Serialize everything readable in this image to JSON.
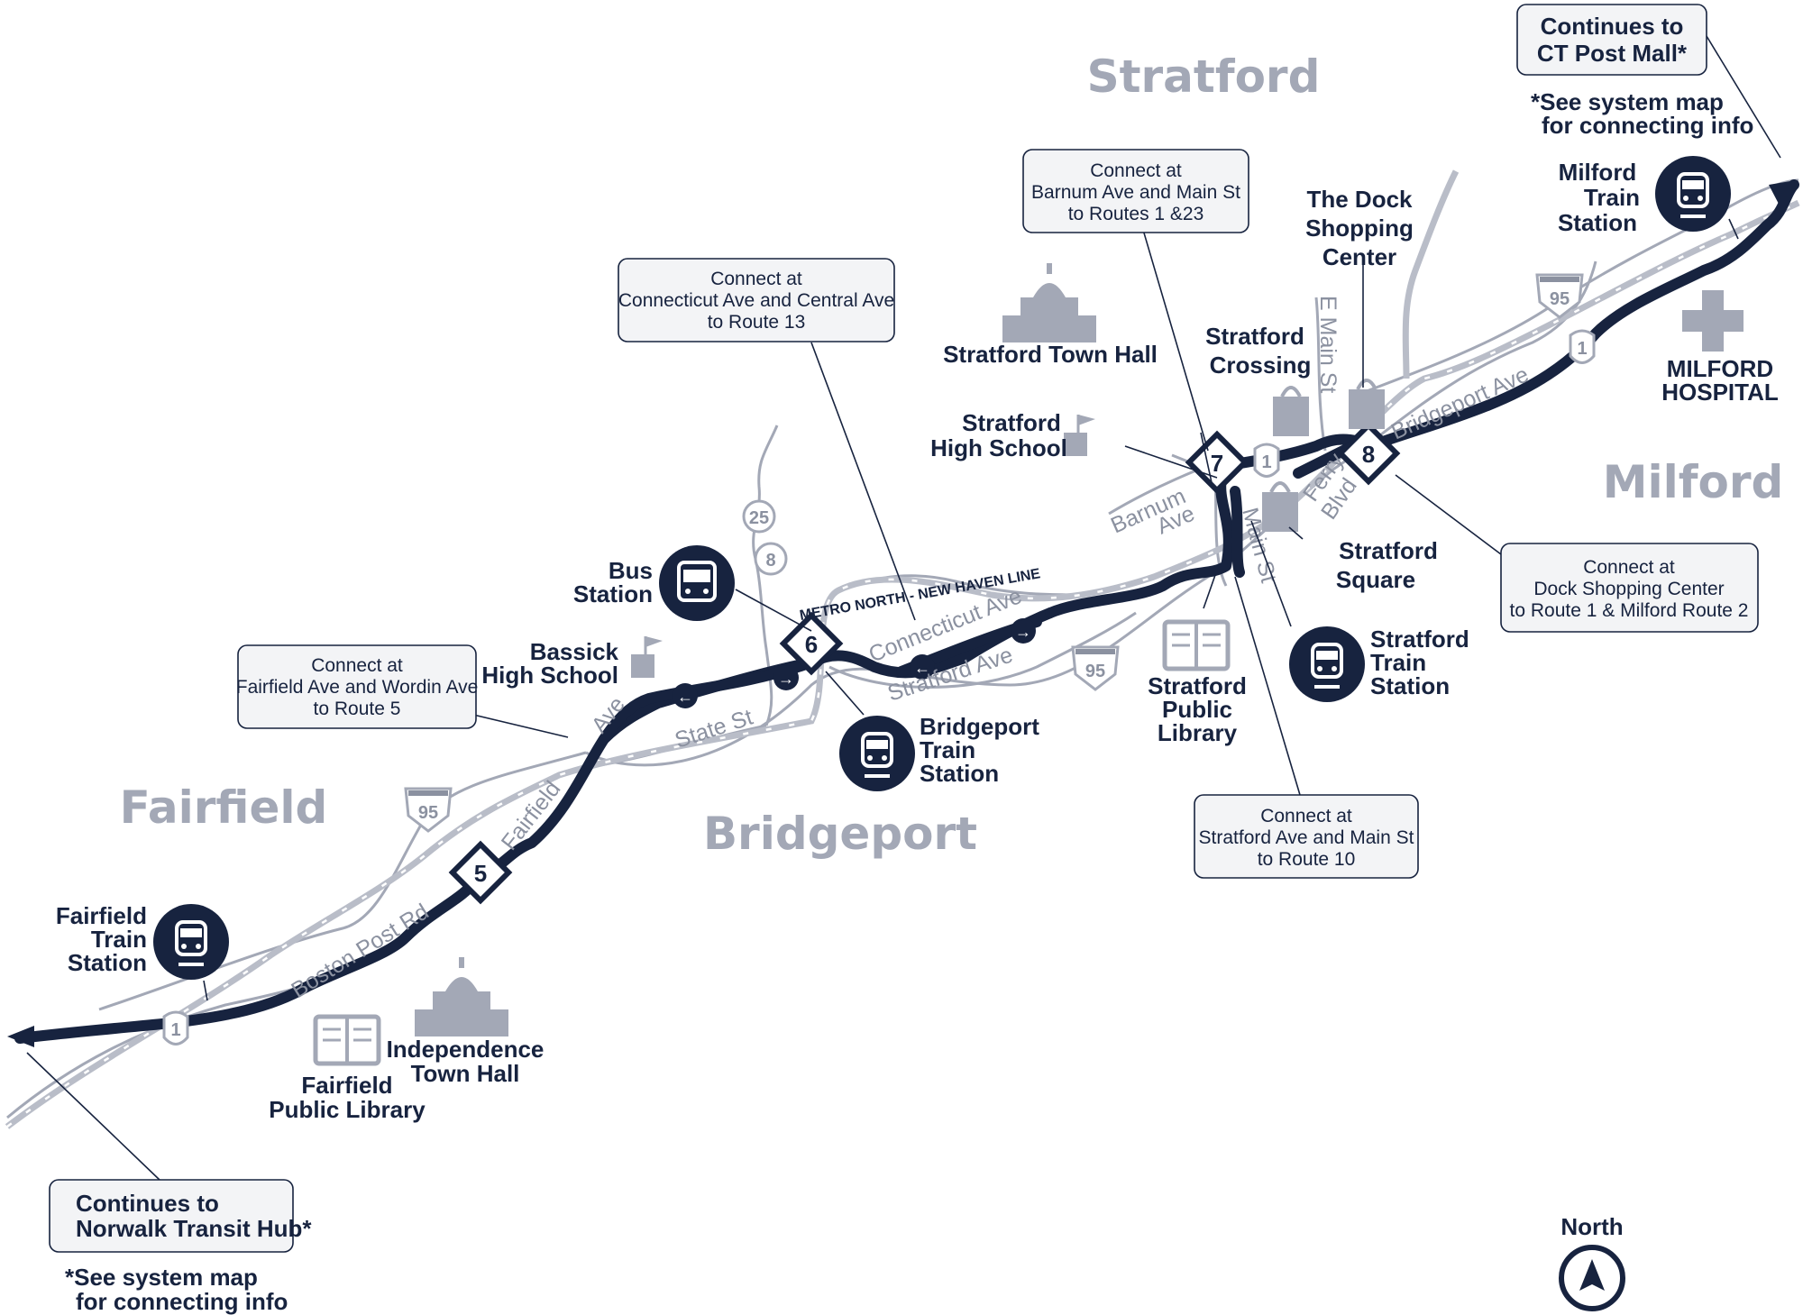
{
  "towns": {
    "stratford": "Stratford",
    "milford": "Milford",
    "fairfield": "Fairfield",
    "bridgeport": "Bridgeport"
  },
  "callouts": {
    "ct_post": [
      "Continues to",
      "CT Post Mall*"
    ],
    "system_map_top": [
      "*See system map",
      "for connecting info"
    ],
    "barnum": [
      "Connect at",
      "Barnum Ave and Main St",
      "to Routes 1 &23"
    ],
    "connecticut": [
      "Connect at",
      "Connecticut Ave and Central Ave",
      "to Route 13"
    ],
    "fairfield_ave": [
      "Connect at",
      "Fairfield Ave and Wordin Ave",
      "to Route 5"
    ],
    "dock": [
      "Connect at",
      "Dock Shopping Center",
      "to Route 1 & Milford Route 2"
    ],
    "stratford_ave": [
      "Connect at",
      "Stratford Ave and Main St",
      "to Route 10"
    ],
    "norwalk": [
      "Continues to",
      "Norwalk Transit Hub*"
    ],
    "system_map_bottom": [
      "*See system map",
      "for connecting info"
    ]
  },
  "places": {
    "milford_train": [
      "Milford",
      "Train",
      "Station"
    ],
    "dock_center": [
      "The Dock",
      "Shopping",
      "Center"
    ],
    "stratford_crossing": [
      "Stratford",
      "Crossing"
    ],
    "stratford_town_hall": "Stratford Town Hall",
    "stratford_hs": [
      "Stratford",
      "High School"
    ],
    "milford_hospital": [
      "MILFORD",
      "HOSPITAL"
    ],
    "stratford_square": [
      "Stratford",
      "Square"
    ],
    "stratford_train": [
      "Stratford",
      "Train",
      "Station"
    ],
    "stratford_library": [
      "Stratford",
      "Public",
      "Library"
    ],
    "bus_station": [
      "Bus",
      "Station"
    ],
    "bassick": [
      "Bassick",
      "High School"
    ],
    "bridgeport_train": [
      "Bridgeport",
      "Train",
      "Station"
    ],
    "fairfield_train": [
      "Fairfield",
      "Train",
      "Station"
    ],
    "fairfield_library": [
      "Fairfield",
      "Public Library"
    ],
    "independence": [
      "Independence",
      "Town Hall"
    ]
  },
  "streets": {
    "bridgeport_ave": "Bridgeport Ave",
    "e_main_st": "E Main St",
    "ferry_blvd": [
      "Ferry",
      "Blvd"
    ],
    "barnum_ave": [
      "Barnum",
      "Ave"
    ],
    "main_st": "Main St",
    "connecticut_ave": "Connecticut Ave",
    "stratford_ave": "Stratford Ave",
    "metro_north": "METRO NORTH - NEW HAVEN LINE",
    "state_st": "State St",
    "fairfield_ave": [
      "Fairfield",
      "Ave"
    ],
    "boston_post_rd": "Boston Post Rd"
  },
  "shields": {
    "i95": "95",
    "us1": "1",
    "rt25": "25",
    "rt8": "8"
  },
  "stops": [
    "5",
    "6",
    "7",
    "8"
  ],
  "north": "North",
  "colors": {
    "route": "#17233f",
    "rail": "#b9bdc8",
    "street": "#a3a8b6",
    "town": "#a3a8b6",
    "callout_bg": "#f3f4f6"
  }
}
